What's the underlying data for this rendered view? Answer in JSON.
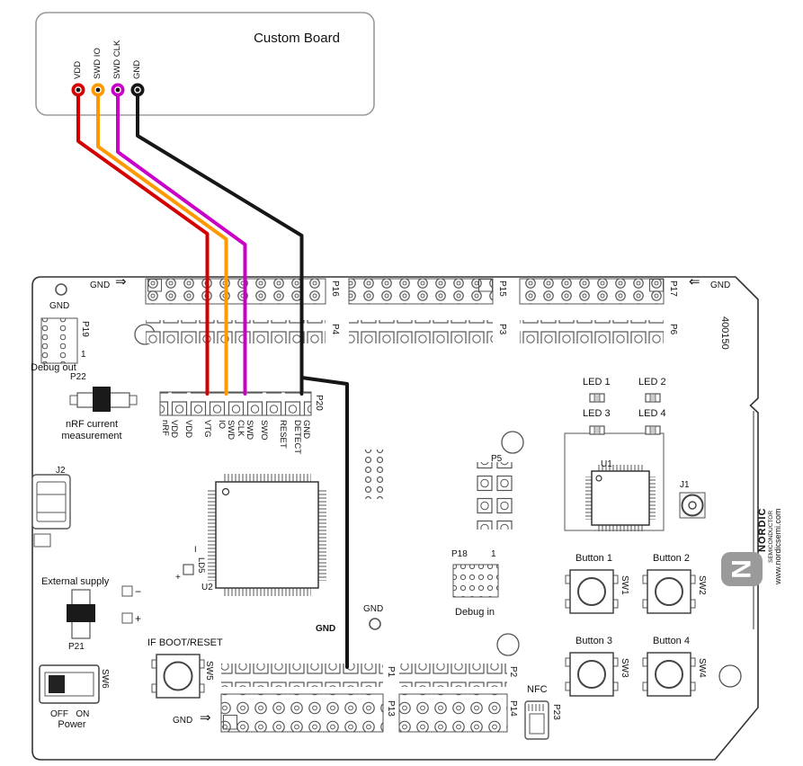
{
  "custom_board": {
    "title": "Custom Board",
    "pins": [
      {
        "label": "VDD",
        "color": "#d40000"
      },
      {
        "label": "SWD IO",
        "color": "#ff9900"
      },
      {
        "label": "SWD CLK",
        "color": "#c800c8"
      },
      {
        "label": "GND",
        "color": "#161616"
      }
    ]
  },
  "dk": {
    "part_number": "400150",
    "gnd": "GND",
    "arrows": {
      "right": "⇒",
      "left": "⇐"
    },
    "pin1": "1",
    "headers": {
      "p16": "P16",
      "p15": "P15",
      "p17": "P17",
      "p4": "P4",
      "p3": "P3",
      "p6": "P6",
      "p19": "P19",
      "p20": "P20",
      "p5": "P5",
      "p18": "P18",
      "p1": "P1",
      "p2": "P2",
      "p13": "P13",
      "p14": "P14",
      "p21": "P21",
      "p22": "P22",
      "p23": "P23"
    },
    "p20_pins": [
      "VDD\nnRF",
      "VDD",
      "VTG",
      "SWD\nIO",
      "SWD\nCLK",
      "SWO",
      "RESET",
      "GND\nDETECT"
    ],
    "sections": {
      "debug_out": "Debug out",
      "debug_in": "Debug in",
      "nrf_current": "nRF current\nmeasurement",
      "external_supply": "External supply",
      "if_boot_reset": "IF BOOT/RESET",
      "off_on": "OFF   ON",
      "power": "Power",
      "nfc": "NFC",
      "minus": "−",
      "plus": "+"
    },
    "leds": [
      "LED 1",
      "LED 2",
      "LED 3",
      "LED 4"
    ],
    "buttons": [
      {
        "label": "Button 1",
        "ref": "SW1"
      },
      {
        "label": "Button 2",
        "ref": "SW2"
      },
      {
        "label": "Button 3",
        "ref": "SW3"
      },
      {
        "label": "Button 4",
        "ref": "SW4"
      }
    ],
    "refs": {
      "u1": "U1",
      "u2": "U2",
      "j1": "J1",
      "j2": "J2",
      "ld5": "LD5",
      "ld5_mark": "I",
      "ld5_plus": "+",
      "sw5": "SW5",
      "sw6": "SW6"
    },
    "branding": {
      "name": "NORDIC",
      "sub": "SEMICONDUCTOR",
      "url": "www.nordicsemi.com",
      "logo": "N"
    }
  }
}
